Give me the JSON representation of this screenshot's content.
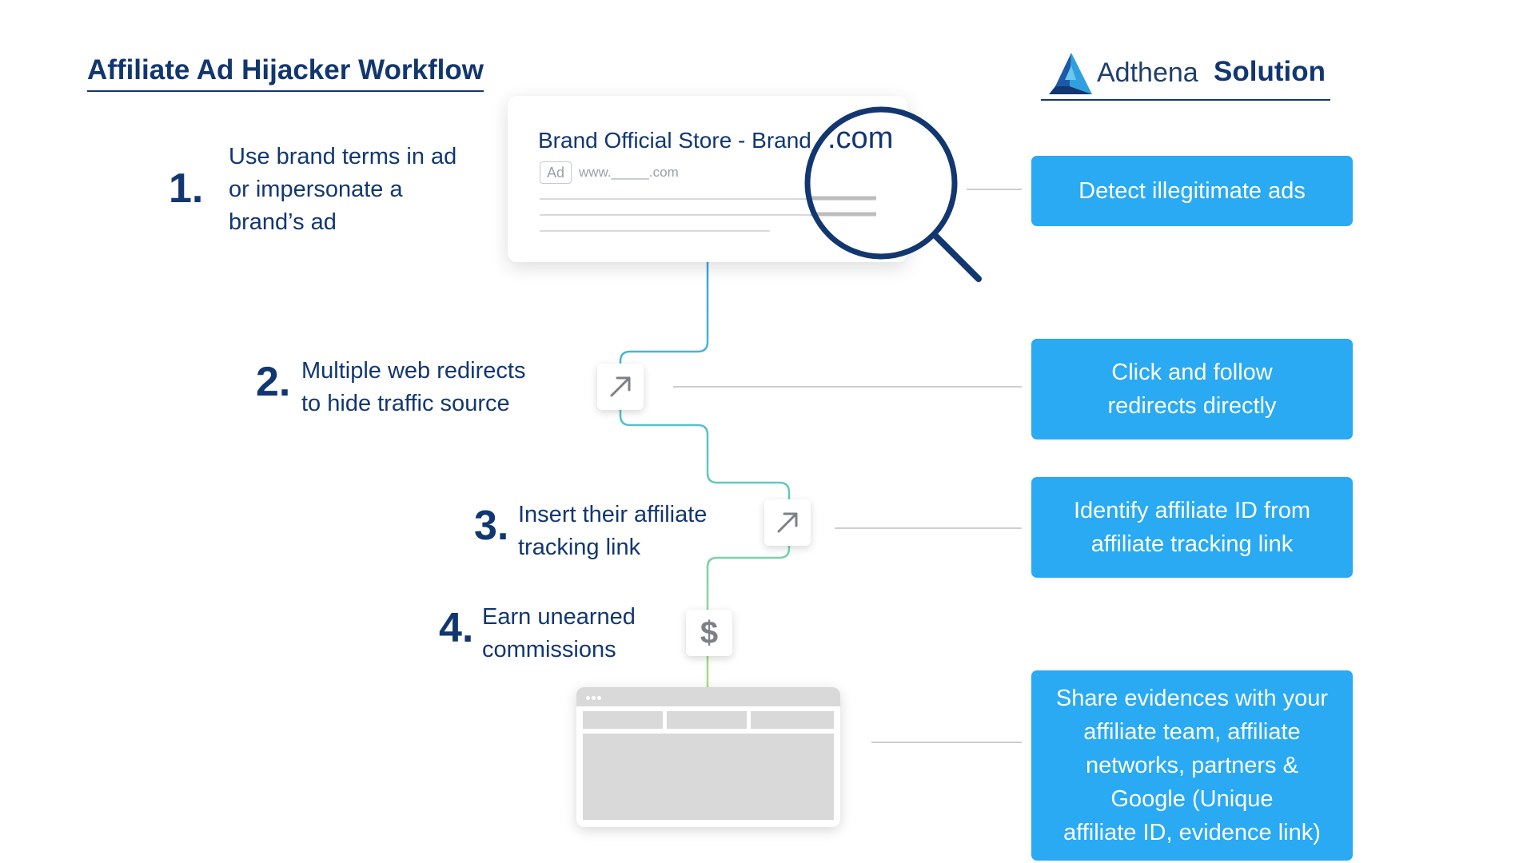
{
  "title": "Affiliate Ad Hijacker Workflow",
  "brand": {
    "name": "Adthena",
    "suffix": "Solution"
  },
  "steps": [
    {
      "number": "1.",
      "lines": [
        "Use brand terms in ad",
        "or impersonate a",
        "brand’s ad"
      ]
    },
    {
      "number": "2.",
      "lines": [
        "Multiple web redirects",
        "to hide traffic source"
      ]
    },
    {
      "number": "3.",
      "lines": [
        "Insert their affiliate",
        "tracking link"
      ]
    },
    {
      "number": "4.",
      "lines": [
        "Earn unearned",
        "commissions"
      ]
    }
  ],
  "ad_card": {
    "title": "Brand Official Store - Brand",
    "domain_suffix": ".com",
    "badge": "Ad",
    "url": "www._____.com"
  },
  "dollar_symbol": "$",
  "solutions": [
    {
      "lines": [
        "Detect illegitimate ads"
      ]
    },
    {
      "lines": [
        "Click and follow",
        "redirects directly"
      ]
    },
    {
      "lines": [
        "Identify affiliate ID from",
        "affiliate tracking link"
      ]
    },
    {
      "lines": [
        "Share evidences with your",
        "affiliate team, affiliate",
        "networks, partners &",
        "Google (Unique",
        "affiliate ID, evidence link)"
      ]
    }
  ],
  "colors": {
    "navy": "#123770",
    "solution_blue": "#29aaf2",
    "line_blue": "#3aa6de",
    "line_teal": "#5ec9c2",
    "line_green": "#9bde7e"
  }
}
